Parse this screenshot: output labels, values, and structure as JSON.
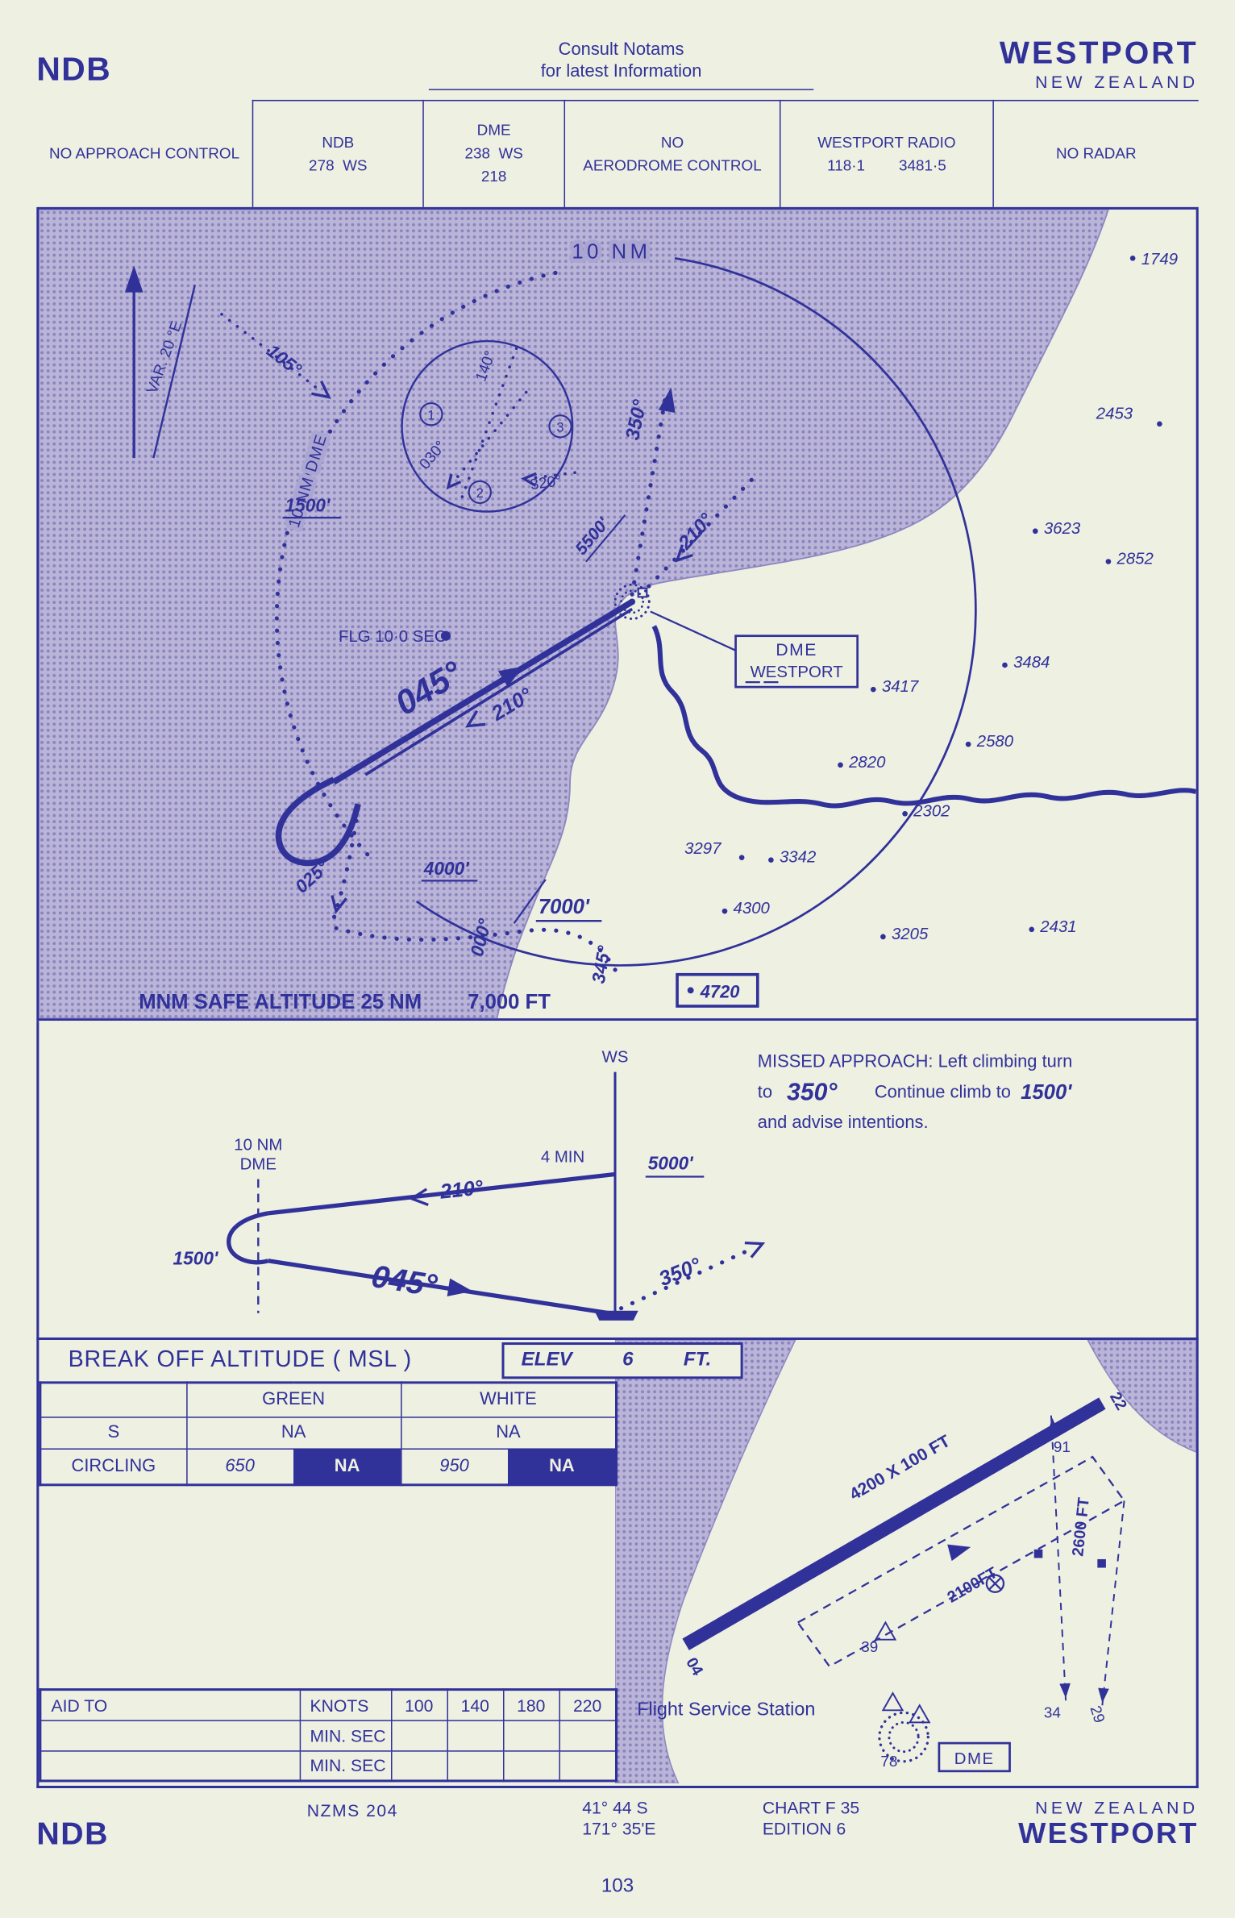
{
  "colors": {
    "ink": "#31319a",
    "paper": "#eef0e2",
    "sea": "#a49fc9"
  },
  "header": {
    "chart_type": "NDB",
    "notice_line1": "Consult  Notams",
    "notice_line2": "for  latest  Information",
    "city": "WESTPORT",
    "country": "NEW  ZEALAND"
  },
  "info_boxes": [
    {
      "lines": [
        "NO APPROACH CONTROL"
      ]
    },
    {
      "lines": [
        "NDB",
        "278  WS"
      ]
    },
    {
      "lines": [
        "DME",
        "238  WS",
        "218"
      ]
    },
    {
      "lines": [
        "NO",
        "AERODROME CONTROL"
      ]
    },
    {
      "lines": [
        "WESTPORT RADIO",
        "118·1        3481·5"
      ]
    },
    {
      "lines": [
        "NO RADAR"
      ]
    }
  ],
  "plan_view": {
    "range_ring": "10 NM",
    "variation": "VAR. 20 °E",
    "brg_105": "105°",
    "hold": {
      "num1": "1",
      "num2": "2",
      "num3": "3",
      "brg_140": "140°",
      "brg_030": "030°",
      "brg_320": "320°"
    },
    "alt_1500": "1500'",
    "dme_arc": "10 NM DME",
    "alt_5500": "5500'",
    "brg_350": "350°",
    "brg_210_in": "210°",
    "flasher": "FLG 10·0 SEC",
    "trk_045": "045°",
    "brg_210_out": "210°",
    "station": {
      "line1": "DME",
      "line2": "WESTPORT"
    },
    "brg_025": "025°",
    "alt_4000": "4000'",
    "alt_7000": "7000'",
    "brg_000": "000°",
    "brg_345": "345°",
    "msa_label": "MNM SAFE ALTITUDE 25 NM",
    "msa_value": "7,000 FT",
    "spot_elevations": [
      "1749",
      "2453",
      "3623",
      "2852",
      "3484",
      "3417",
      "2580",
      "2820",
      "2302",
      "3297",
      "3342",
      "4300",
      "3205",
      "2431"
    ],
    "boxed_elevation": "4720"
  },
  "profile": {
    "station_ident": "WS",
    "missed_line1": "MISSED APPROACH: Left climbing turn",
    "missed_to": "to",
    "missed_hdg": "350°",
    "missed_mid": "Continue climb to",
    "missed_alt": "1500'",
    "missed_line3": "and advise intentions.",
    "dme_line1": "10 NM",
    "dme_line2": "DME",
    "time": "4 MIN",
    "alt_5000": "5000'",
    "brg_210": "210°",
    "alt_1500": "1500'",
    "trk_045": "045°",
    "brg_350": "350°"
  },
  "breakoff": {
    "title": "BREAK OFF ALTITUDE ( MSL )",
    "elev_label": "ELEV",
    "elev_value": "6",
    "elev_unit": "FT.",
    "col_green": "GREEN",
    "col_white": "WHITE",
    "row_s": "S",
    "s_green": "NA",
    "s_white": "NA",
    "row_circling": "CIRCLING",
    "circling_green": "650",
    "circling_green_na": "NA",
    "circling_white": "950",
    "circling_white_na": "NA"
  },
  "airport": {
    "runway_dim": "4200 X 100 FT",
    "rwy_04": "04",
    "rwy_22": "22",
    "num_91": "91",
    "num_39": "39",
    "num_34": "34",
    "num_29": "29",
    "num_78": "78",
    "dim_2600": "2600 FT",
    "dim_2100": "2100FT",
    "fss": "Flight Service Station",
    "dme": "DME"
  },
  "speeds_table": {
    "aid_to": "AID TO",
    "knots": "KNOTS",
    "speeds": [
      "100",
      "140",
      "180",
      "220"
    ],
    "row2": "MIN. SEC",
    "row3": "MIN. SEC"
  },
  "footer": {
    "chart_type": "NDB",
    "series": "NZMS 204",
    "lat": "41° 44 S",
    "lon": "171° 35'E",
    "chart_no": "CHART F 35",
    "edition": "EDITION 6",
    "country": "NEW  ZEALAND",
    "city": "WESTPORT",
    "page": "103"
  }
}
